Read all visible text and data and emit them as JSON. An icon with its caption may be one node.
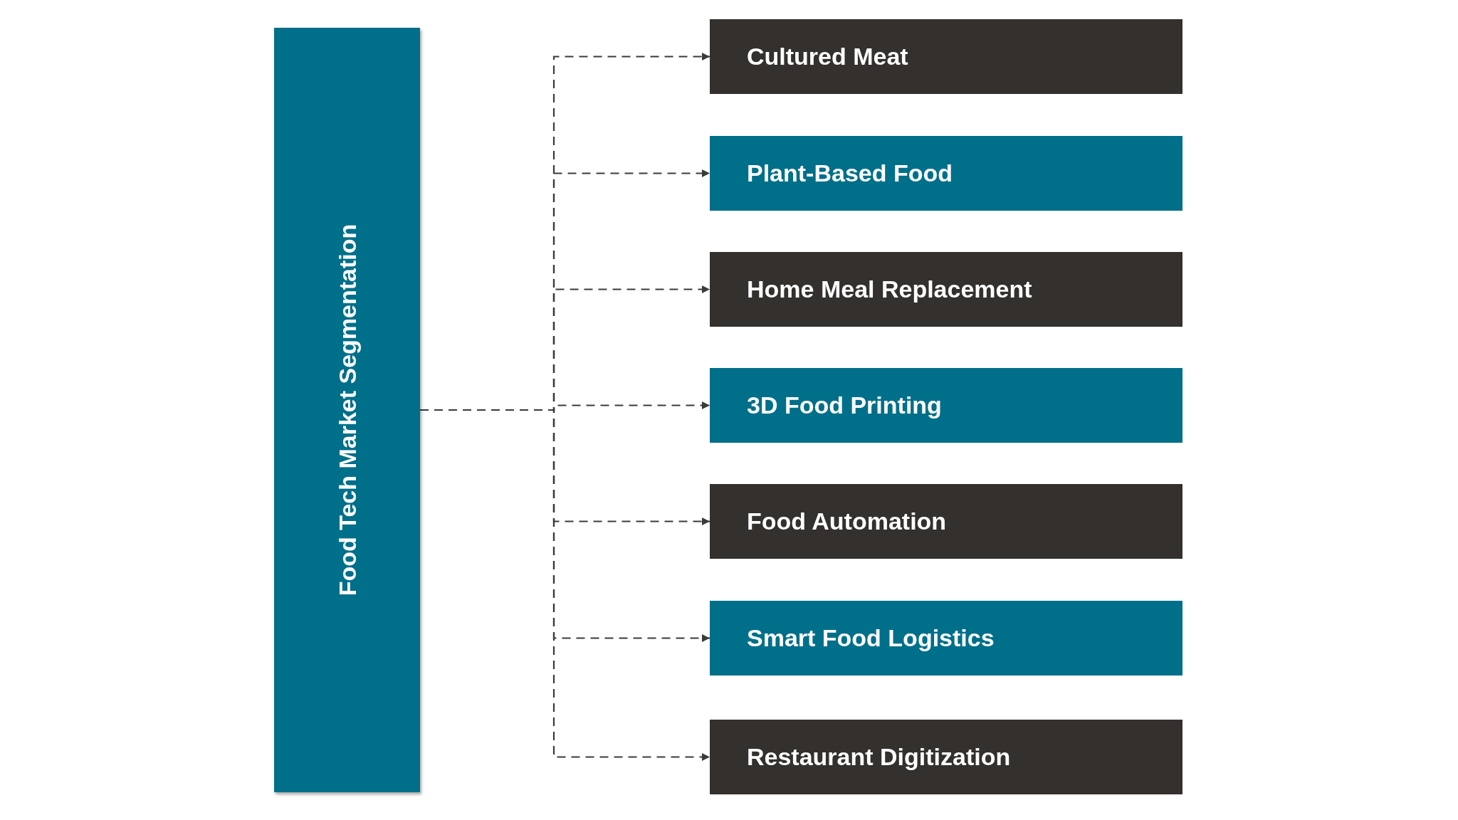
{
  "diagram": {
    "nodes": [
      {
        "text": [
          "Food Tech Market Segmentation"
        ]
      },
      {
        "text": [
          "Cultured Meat"
        ]
      },
      {
        "text": [
          "Plant-Based Food"
        ]
      },
      {
        "text": [
          "Home Meal Replacement"
        ]
      },
      {
        "text": [
          "3D Food Printing"
        ]
      },
      {
        "text": [
          "Food Automation"
        ]
      },
      {
        "text": [
          "Smart Food Logistics"
        ]
      },
      {
        "text": [
          "Restaurant Digitization"
        ]
      }
    ],
    "edges": [
      {
        "from": 0,
        "to": 1,
        "arrow": "to",
        "style": "dashed"
      },
      {
        "from": 0,
        "to": 2,
        "arrow": "to",
        "style": "dashed"
      },
      {
        "from": 0,
        "to": 3,
        "arrow": "to",
        "style": "dashed"
      },
      {
        "from": 0,
        "to": 4,
        "arrow": "to",
        "style": "dashed"
      },
      {
        "from": 0,
        "to": 5,
        "arrow": "to",
        "style": "dashed"
      },
      {
        "from": 0,
        "to": 6,
        "arrow": "to",
        "style": "dashed"
      },
      {
        "from": 0,
        "to": 7,
        "arrow": "to",
        "style": "dashed"
      }
    ]
  }
}
